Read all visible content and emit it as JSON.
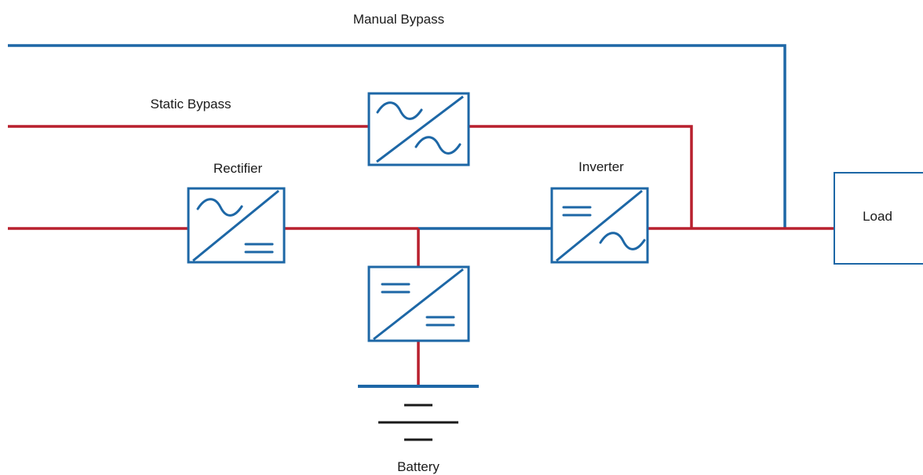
{
  "labels": {
    "manual_bypass": "Manual Bypass",
    "static_bypass": "Static Bypass",
    "rectifier": "Rectifier",
    "inverter": "Inverter",
    "load": "Load",
    "battery": "Battery"
  },
  "colors": {
    "ac_line": "#b8202e",
    "dc_line": "#1d67a6",
    "converter": "#1d67a6"
  }
}
